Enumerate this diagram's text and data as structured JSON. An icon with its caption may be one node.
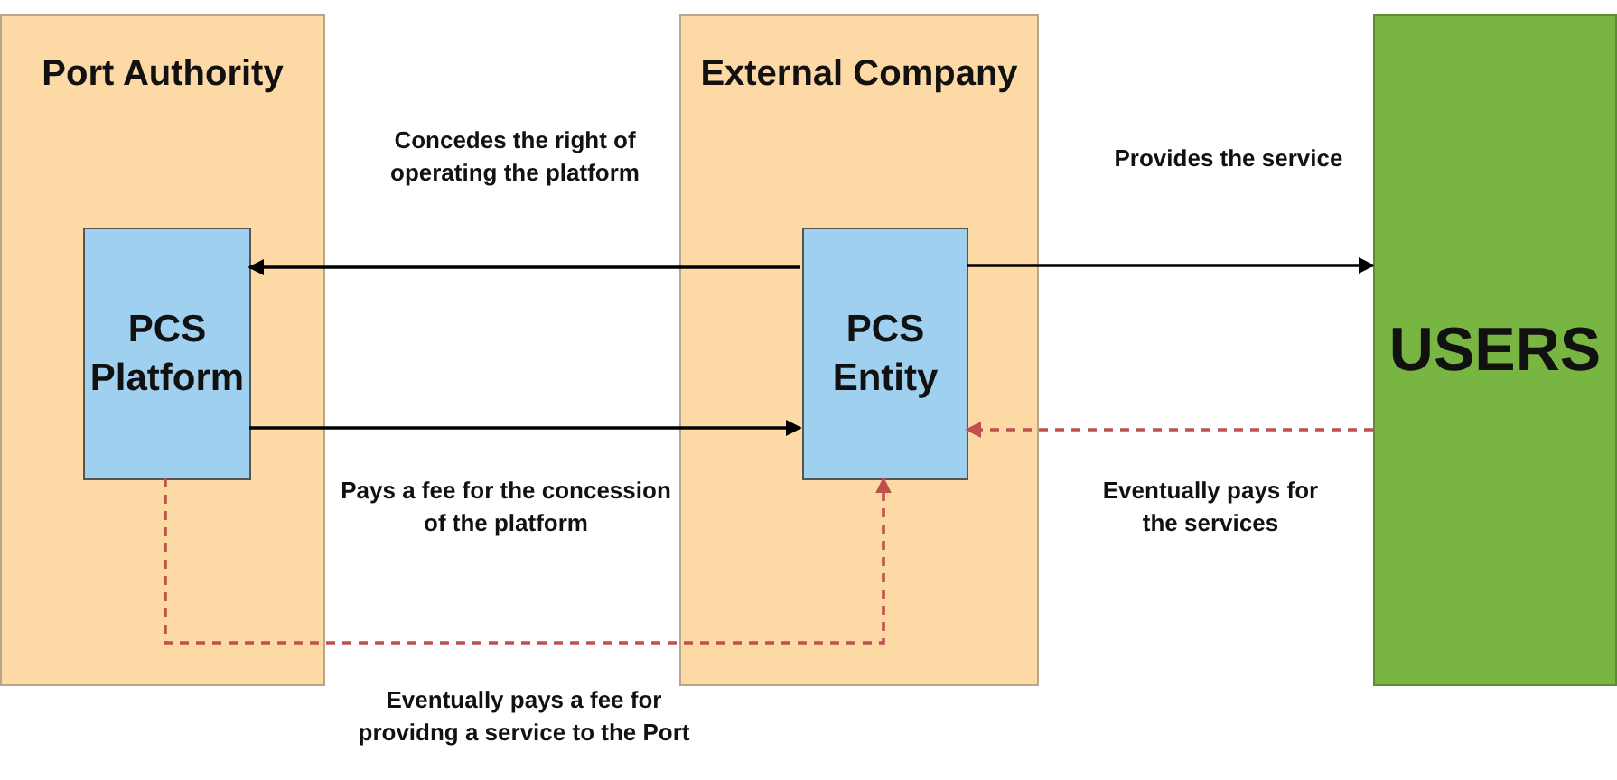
{
  "diagram": {
    "nodes": [
      {
        "text": [
          "Port Authority"
        ]
      },
      {
        "text": [
          "PCS Platform"
        ],
        "in": 0
      },
      {
        "text": [
          "External Company"
        ]
      },
      {
        "text": [
          "PCS Entity"
        ],
        "in": 2
      },
      {
        "text": [
          "USERS"
        ]
      }
    ],
    "edges": [
      {
        "from": 3,
        "to": 1,
        "arrow": "to",
        "label": "Concedes the right of operating the platform"
      },
      {
        "from": 1,
        "to": 3,
        "arrow": "to",
        "label": "Pays a fee for the concession of the platform"
      },
      {
        "from": 3,
        "to": 4,
        "arrow": "to",
        "label": "Provides the service"
      },
      {
        "from": 4,
        "to": 3,
        "arrow": "to",
        "label": "Eventually pays for the services",
        "style": "dashed",
        "color": "#c0504d"
      },
      {
        "from": 1,
        "to": 3,
        "arrow": "to",
        "label": "Eventually pays a fee for providng a service to the Port",
        "style": "dashed",
        "color": "#c0504d"
      }
    ]
  }
}
